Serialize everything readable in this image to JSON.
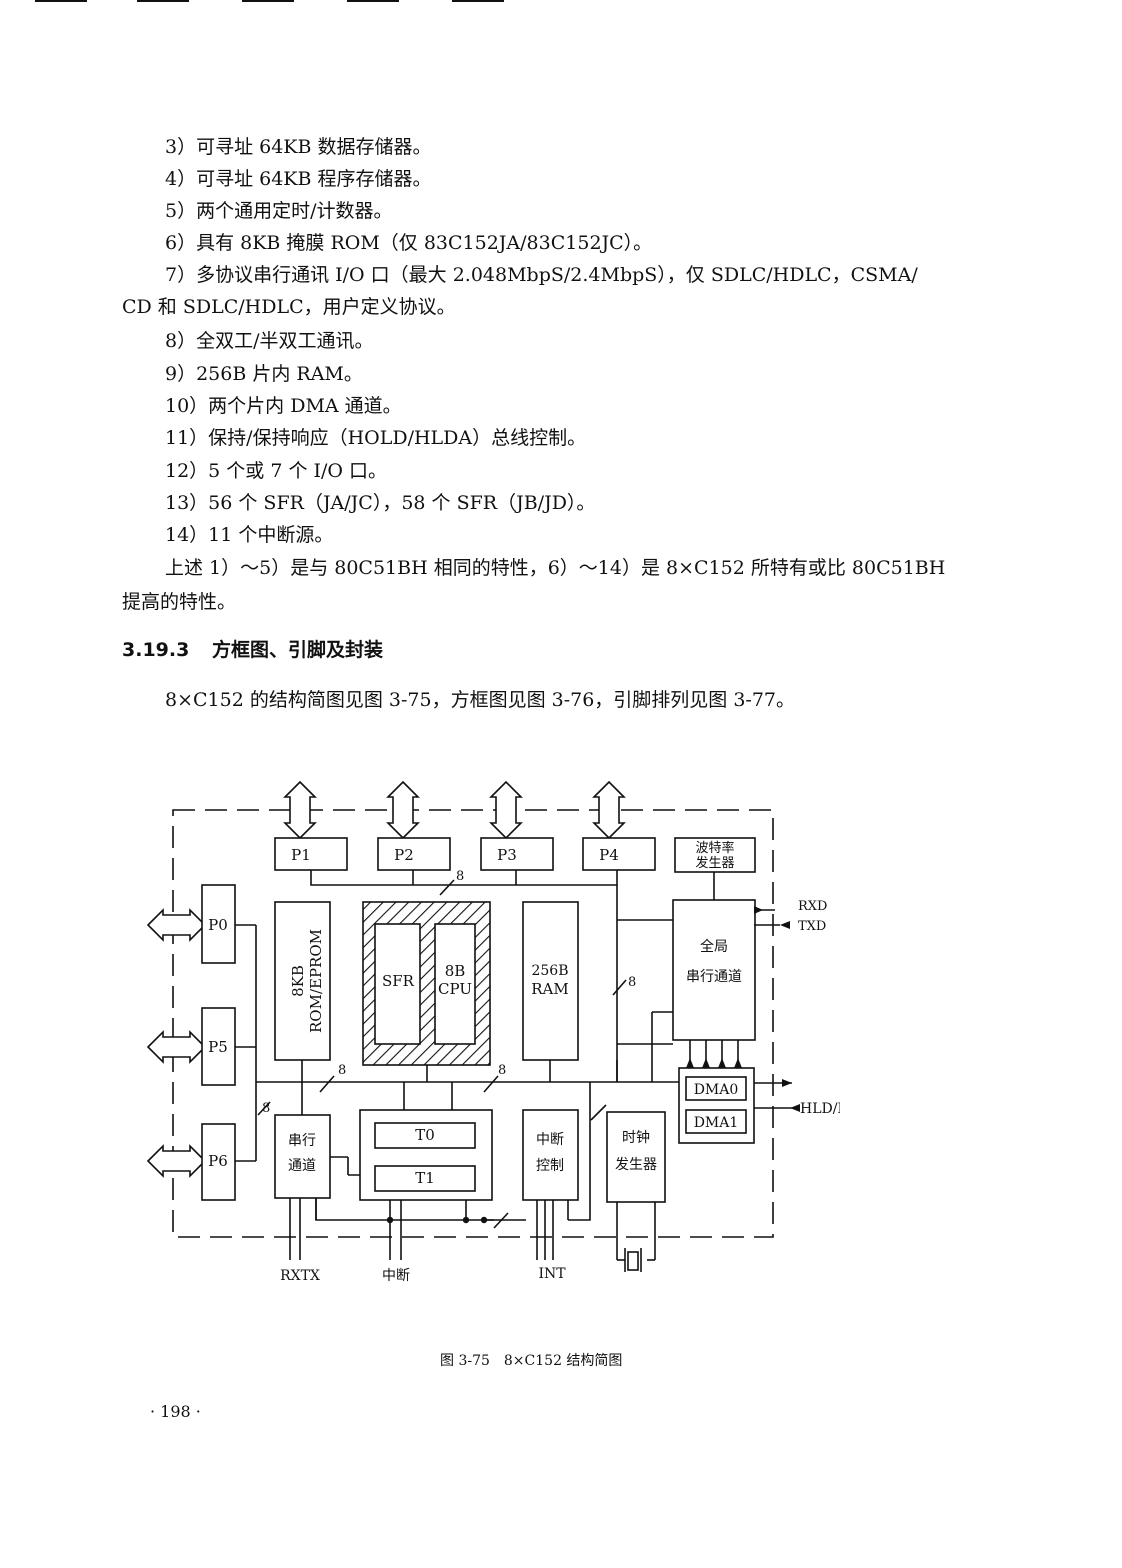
{
  "items": [
    "3）可寻址 64KB 数据存储器。",
    "4）可寻址 64KB 程序存储器。",
    "5）两个通用定时/计数器。",
    "6）具有 8KB 掩膜 ROM（仅 83C152JA/83C152JC）。",
    "7）多协议串行通讯 I/O 口（最大 2.048MbpS/2.4MbpS），仅 SDLC/HDLC，CSMA/",
    "CD 和 SDLC/HDLC，用户定义协议。",
    "8）全双工/半双工通讯。",
    "9）256B 片内 RAM。",
    "10）两个片内 DMA 通道。",
    "11）保持/保持响应（HOLD/HLDA）总线控制。",
    "12）5 个或 7 个 I/O 口。",
    "13）56 个 SFR（JA/JC），58 个 SFR（JB/JD）。",
    "14）11 个中断源。"
  ],
  "summary": [
    "上述 1）～5）是与 80C51BH 相同的特性，6）～14）是 8×C152 所特有或比 80C51BH",
    "提高的特性。"
  ],
  "section": {
    "number": "3.19.3",
    "title": "方框图、引脚及封装"
  },
  "intro": "8×C152 的结构简图见图 3-75，方框图见图 3-76，引脚排列见图 3-77。",
  "diagram": {
    "p1": "P1",
    "p2": "P2",
    "p3": "P3",
    "p4": "P4",
    "p0": "P0",
    "p5": "P5",
    "p6": "P6",
    "baud_1": "波特率",
    "baud_2": "发生器",
    "rxd": "RXD",
    "txd": "TXD",
    "rom_1": "8KB",
    "rom_2": "ROM/EPROM",
    "sfr": "SFR",
    "cpu_1": "8B",
    "cpu_2": "CPU",
    "ram_1": "256B",
    "ram_2": "RAM",
    "gsc_1": "全局",
    "gsc_2": "串行通道",
    "dma0": "DMA0",
    "dma1": "DMA1",
    "hld": "HLD/HLDA",
    "serial_1": "串行",
    "serial_2": "通道",
    "t0": "T0",
    "t1": "T1",
    "int_ctrl_1": "中断",
    "int_ctrl_2": "控制",
    "clock_1": "时钟",
    "clock_2": "发生器",
    "bus_width": "8",
    "rxtx": "RXTX",
    "interrupt": "中断",
    "int": "INT"
  },
  "caption": "图 3-75　8×C152 结构简图",
  "page_number": "· 198 ·"
}
